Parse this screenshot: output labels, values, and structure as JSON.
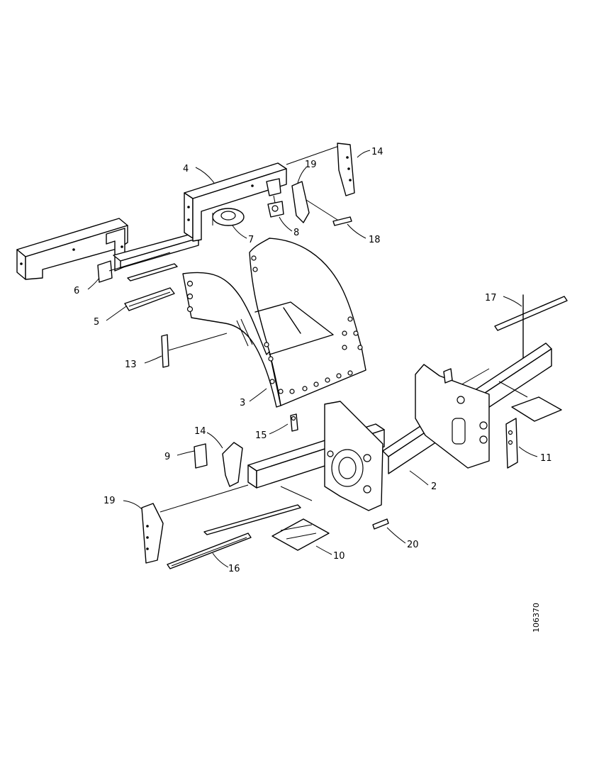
{
  "callouts": [
    {
      "id": "4",
      "label": "4"
    },
    {
      "id": "14a",
      "label": "14"
    },
    {
      "id": "19a",
      "label": "19"
    },
    {
      "id": "7",
      "label": "7"
    },
    {
      "id": "8",
      "label": "8"
    },
    {
      "id": "18",
      "label": "18"
    },
    {
      "id": "6",
      "label": "6"
    },
    {
      "id": "5",
      "label": "5"
    },
    {
      "id": "13",
      "label": "13"
    },
    {
      "id": "3",
      "label": "3"
    },
    {
      "id": "17",
      "label": "17"
    },
    {
      "id": "15",
      "label": "15"
    },
    {
      "id": "14b",
      "label": "14"
    },
    {
      "id": "9",
      "label": "9"
    },
    {
      "id": "19b",
      "label": "19"
    },
    {
      "id": "11",
      "label": "11"
    },
    {
      "id": "2",
      "label": "2"
    },
    {
      "id": "20",
      "label": "20"
    },
    {
      "id": "10",
      "label": "10"
    },
    {
      "id": "16",
      "label": "16"
    }
  ],
  "drawing_number": "106370"
}
